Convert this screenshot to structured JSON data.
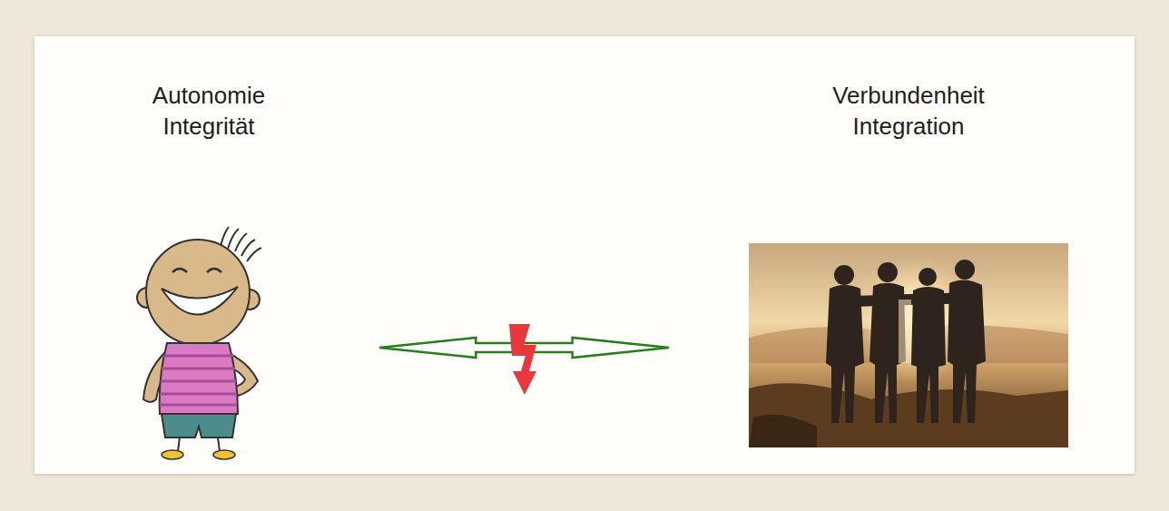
{
  "diagram": {
    "nodes": [
      {
        "text": [
          "Autonomie",
          "Integrität"
        ]
      },
      {
        "text": [
          "Verbundenheit",
          "Integration"
        ]
      }
    ],
    "edges": [
      {
        "from": 0,
        "to": 1,
        "arrow": "both"
      }
    ]
  }
}
